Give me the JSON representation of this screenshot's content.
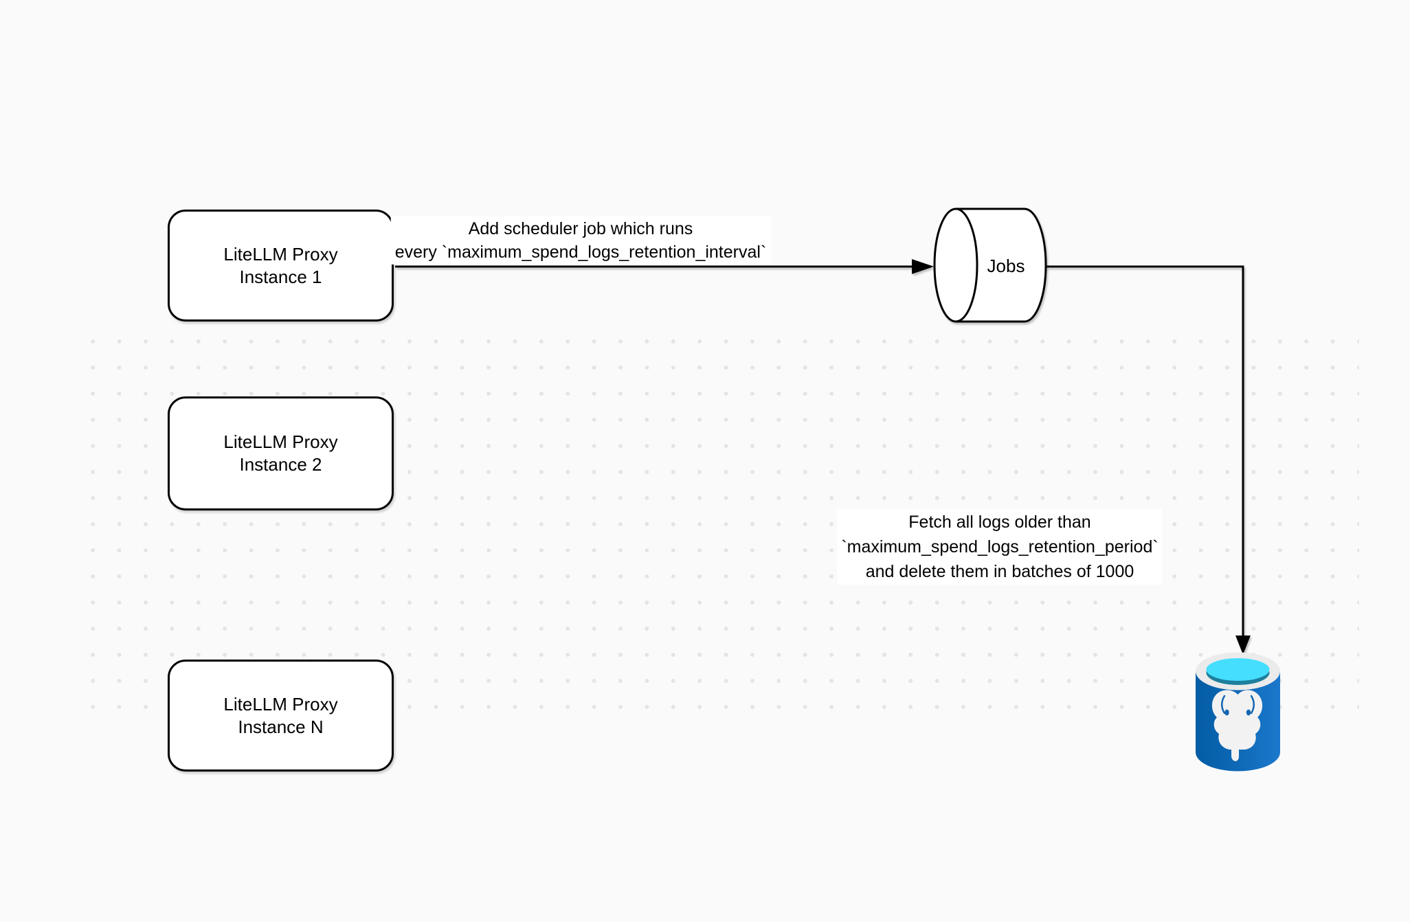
{
  "canvas": {
    "background_color": "#fafafa",
    "dot_color": "#e4e4e4",
    "stroke_color": "#000000"
  },
  "nodes": {
    "instance1": {
      "label": "LiteLLM Proxy\nInstance 1"
    },
    "instance2": {
      "label": "LiteLLM Proxy\nInstance 2"
    },
    "instanceN": {
      "label": "LiteLLM Proxy\nInstance N"
    },
    "jobs": {
      "label": "Jobs",
      "shape": "horizontal-cylinder"
    },
    "database": {
      "icon": "postgresql-database-icon",
      "body_color_left": "#045ca4",
      "body_color_right": "#1b78cc",
      "rim_color": "#ebebeb",
      "water_top_color": "#45deff",
      "water_deep_color": "#1d7f9d",
      "elephant_color": "#f2f2f2",
      "elephant_detail_color": "#1266b1"
    }
  },
  "edges": {
    "schedule": {
      "label": "Add scheduler job which runs\nevery `maximum_spend_logs_retention_interval`"
    },
    "cleanup": {
      "label": "Fetch all logs older than\n`maximum_spend_logs_retention_period`\nand delete them in batches of 1000"
    }
  }
}
